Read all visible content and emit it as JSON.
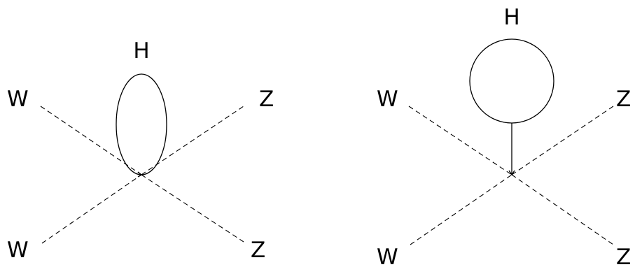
{
  "diagrams": [
    {
      "id": "left",
      "labels": {
        "higgs": "H",
        "top_left": "W",
        "top_right": "Z",
        "bottom_left": "W",
        "bottom_right": "Z"
      }
    },
    {
      "id": "right",
      "labels": {
        "higgs": "H",
        "top_left": "W",
        "top_right": "Z",
        "bottom_left": "W",
        "bottom_right": "Z"
      }
    }
  ]
}
